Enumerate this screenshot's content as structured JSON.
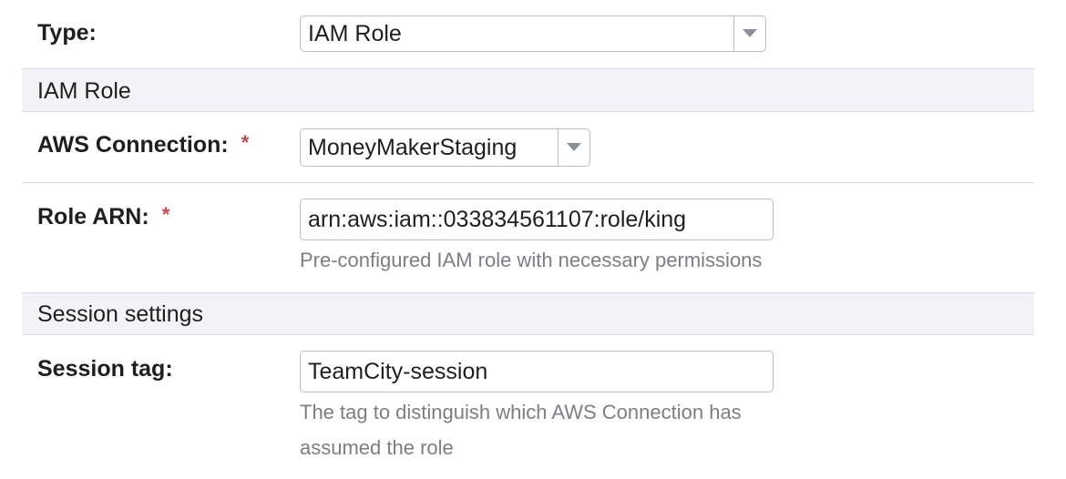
{
  "type_row": {
    "label": "Type:",
    "selected": "IAM Role"
  },
  "section_iam": {
    "title": "IAM Role"
  },
  "aws_connection": {
    "label": "AWS Connection:",
    "required_mark": "*",
    "selected": "MoneyMakerStaging"
  },
  "role_arn": {
    "label": "Role ARN:",
    "required_mark": "*",
    "value": "arn:aws:iam::033834561107:role/king",
    "hint": "Pre-configured IAM role with necessary permissions"
  },
  "section_session": {
    "title": "Session settings"
  },
  "session_tag": {
    "label": "Session tag:",
    "value": "TeamCity-session",
    "hint_line1": "The tag to distinguish which AWS Connection has",
    "hint_line2": "assumed the role"
  },
  "icons": {
    "dropdown": "chevron-down-icon",
    "required_color": "#d6424a"
  }
}
